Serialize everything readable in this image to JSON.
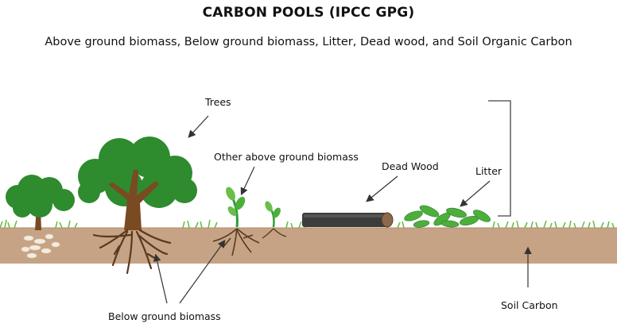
{
  "title": "CARBON POOLS (IPCC GPG)",
  "subtitle": "Above ground biomass, Below ground biomass, Litter, Dead wood, and Soil Organic Carbon",
  "labels": {
    "trees": "Trees",
    "other_above": "Other above ground biomass",
    "dead_wood": "Dead Wood",
    "litter": "Litter",
    "below_ground": "Below ground biomass",
    "soil_carbon": "Soil Carbon"
  },
  "colors": {
    "soil": "#c6a385",
    "grass": "#6abf4b",
    "canopy": "#2e8b2e",
    "trunk": "#7a4a22",
    "root": "#5a3a1e",
    "log": "#3c3c3c",
    "litter": "#4caf3a",
    "arrow": "#333333"
  }
}
